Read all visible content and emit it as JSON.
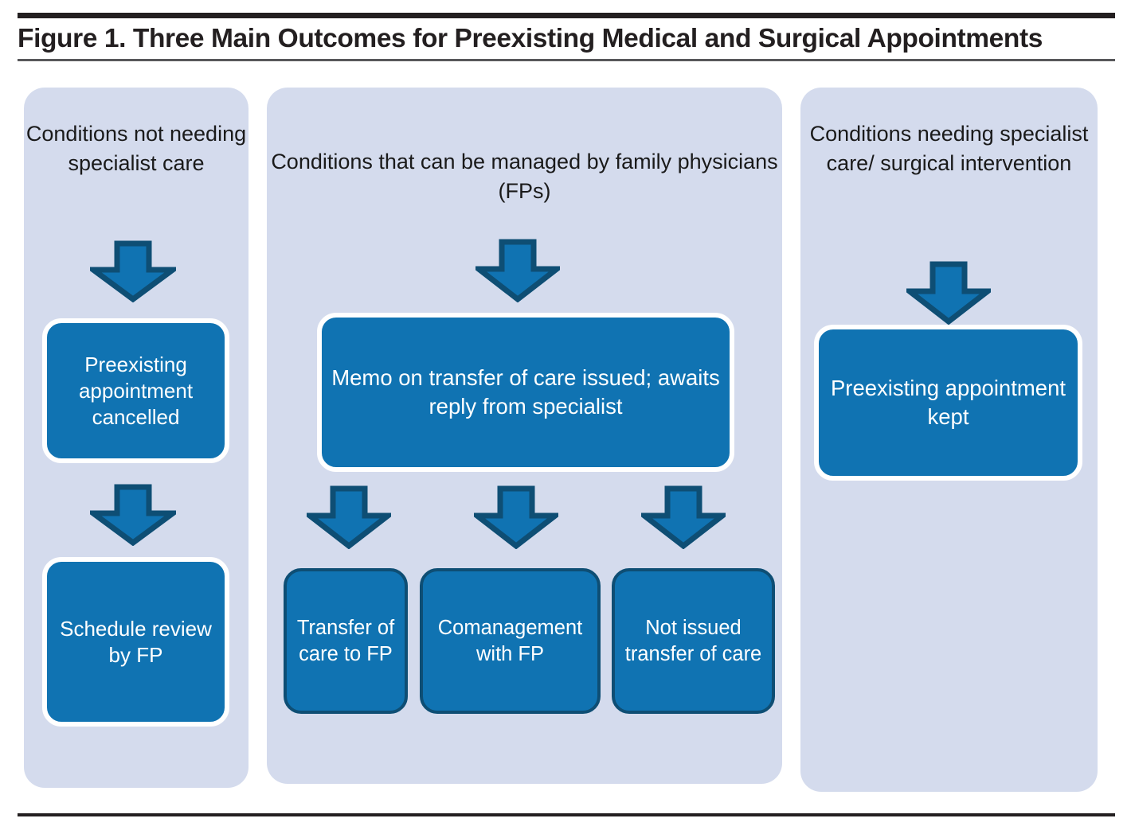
{
  "figure": {
    "title": "Figure 1. Three Main Outcomes for Preexisting Medical and Surgical Appointments"
  },
  "colors": {
    "panel_background": "#d4dbed",
    "box_fill": "#1073b2",
    "box_white_border": "#ffffff",
    "box_dark_border": "#0e4e74",
    "arrow_fill": "#1073b2",
    "arrow_outline": "#0e4e74",
    "rule": "#231f20",
    "heading_text": "#1a1a1a",
    "box_text": "#ffffff"
  },
  "columns": [
    {
      "id": "left",
      "heading": "Conditions not needing specialist care",
      "nodes": [
        {
          "id": "cancelled",
          "label": "Preexisting appointment cancelled",
          "border": "white"
        },
        {
          "id": "schedule",
          "label": "Schedule review by FP",
          "border": "white"
        }
      ],
      "arrows": [
        "down-arrow-icon",
        "down-arrow-icon"
      ]
    },
    {
      "id": "middle",
      "heading": "Conditions that can be managed by family physicians (FPs)",
      "nodes": [
        {
          "id": "memo",
          "label": "Memo on transfer of care issued; awaits reply from specialist",
          "border": "white"
        },
        {
          "id": "transfer",
          "label": "Transfer of care to FP",
          "border": "dark"
        },
        {
          "id": "comanagement",
          "label": "Comanagement with FP",
          "border": "dark"
        },
        {
          "id": "not-issued",
          "label": "Not issued transfer of care",
          "border": "dark"
        }
      ],
      "arrows": [
        "down-arrow-icon",
        "down-arrow-icon",
        "down-arrow-icon",
        "down-arrow-icon"
      ]
    },
    {
      "id": "right",
      "heading": "Conditions needing specialist care/ surgical intervention",
      "nodes": [
        {
          "id": "kept",
          "label": "Preexisting appointment kept",
          "border": "white"
        }
      ],
      "arrows": [
        "down-arrow-icon"
      ]
    }
  ]
}
